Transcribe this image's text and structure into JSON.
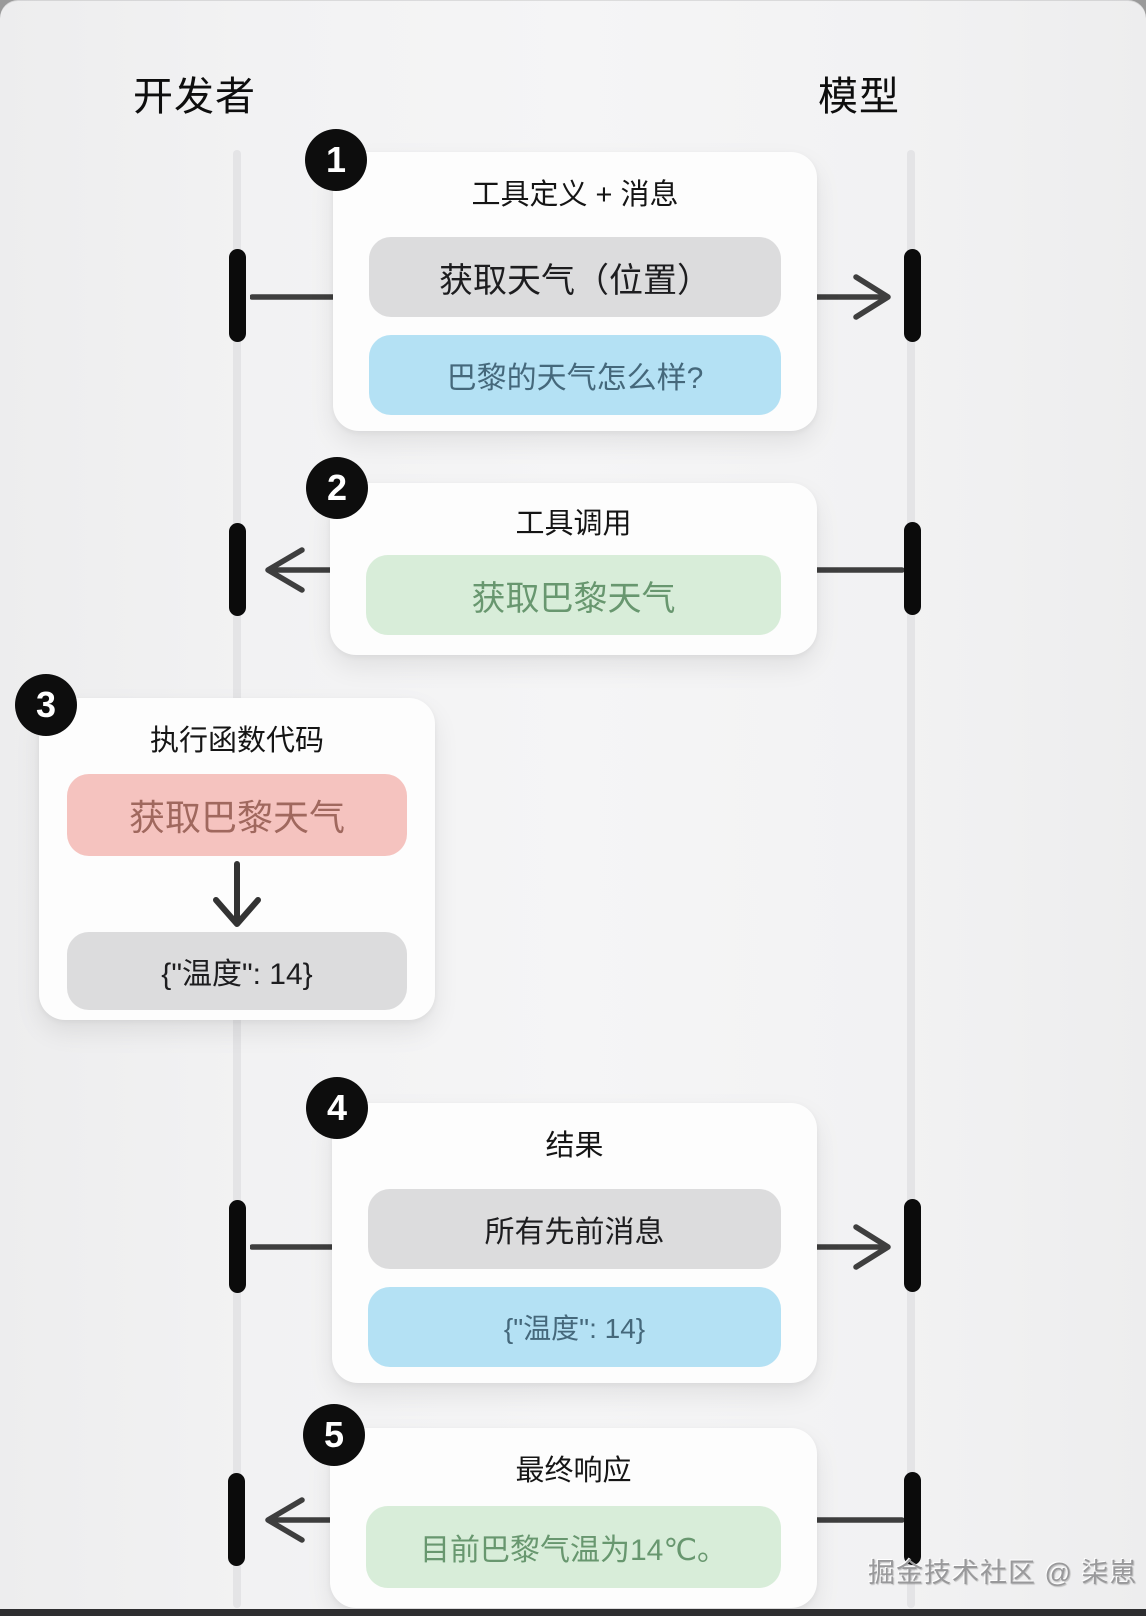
{
  "actors": {
    "developer": "开发者",
    "model": "模型"
  },
  "steps": [
    {
      "number": "1",
      "title": "工具定义 + 消息",
      "direction": "developer-to-model",
      "pills": [
        {
          "type": "gray",
          "text": "获取天气（位置）"
        },
        {
          "type": "blue",
          "text": "巴黎的天气怎么样?"
        }
      ]
    },
    {
      "number": "2",
      "title": "工具调用",
      "direction": "model-to-developer",
      "pills": [
        {
          "type": "green",
          "text": "获取巴黎天气"
        }
      ]
    },
    {
      "number": "3",
      "title": "执行函数代码",
      "direction": "internal",
      "pills": [
        {
          "type": "red",
          "text": "获取巴黎天气"
        },
        {
          "type": "gray",
          "text": "{\"温度\": 14}"
        }
      ]
    },
    {
      "number": "4",
      "title": "结果",
      "direction": "developer-to-model",
      "pills": [
        {
          "type": "gray",
          "text": "所有先前消息"
        },
        {
          "type": "blue",
          "text": "{\"温度\": 14}"
        }
      ]
    },
    {
      "number": "5",
      "title": "最终响应",
      "direction": "model-to-developer",
      "pills": [
        {
          "type": "green",
          "text": "目前巴黎气温为14℃。"
        }
      ]
    }
  ],
  "watermark": "掘金技术社区 @ 柒崽",
  "colors": {
    "background": "#f2f2f3",
    "card": "#fdfdfd",
    "lifeline": "#e4e4e6",
    "activation_bar": "#0b0b0b",
    "arrow": "#3e3e3e",
    "pill_gray_bg": "#dcdcdd",
    "pill_gray_text": "#1d1d1f",
    "pill_blue_bg": "#b4e1f4",
    "pill_blue_text": "#45687b",
    "pill_green_bg": "#d8edd9",
    "pill_green_text": "#68976f",
    "pill_red_bg": "#f5c3bf",
    "pill_red_text": "#a0685e"
  }
}
